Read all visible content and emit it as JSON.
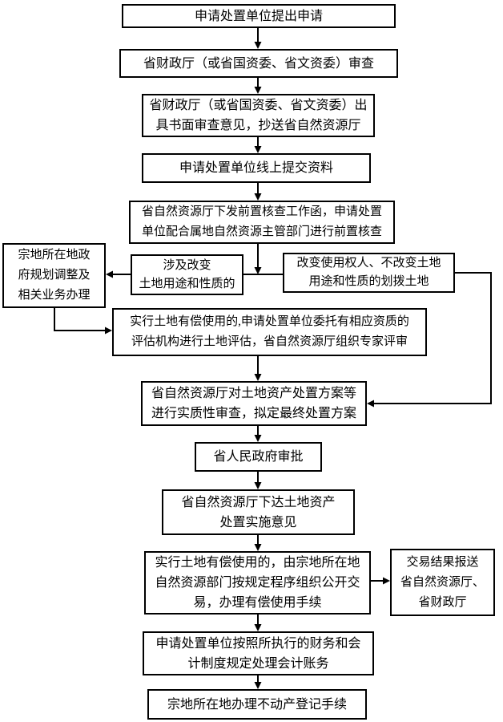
{
  "flowchart": {
    "background_color": "#ffffff",
    "line_color": "#000000",
    "box_fill_color": "#ffffff",
    "nodes": {
      "apply": {
        "text": "申请处置单位提出申请"
      },
      "finance_review": {
        "text": "省财政厅（或省国资委、省文资委）审查"
      },
      "written_opinion": {
        "text": "省财政厅（或省国资委、省文资委）出\n具书面审查意见，抄送省自然资源厅"
      },
      "online_submit": {
        "text": "申请处置单位线上提交资料"
      },
      "precheck": {
        "text": "省自然资源厅下发前置核查工作函，申请处置\n单位配合属地自然资源主管部门进行前置核查"
      },
      "branch_change": {
        "text": "涉及改变\n土地用途和性质的"
      },
      "branch_nochange": {
        "text": "改变使用权人、不改变土地\n用途和性质的划拨土地"
      },
      "gov_planning": {
        "text": "宗地所在地政\n府规划调整及\n相关业务办理"
      },
      "evaluation": {
        "text": "实行土地有偿使用的,申请处置单位委托有相应资质的\n评估机构进行土地评估，省自然资源厅组织专家评审"
      },
      "plan_review": {
        "text": "省自然资源厅对土地资产处置方案等\n进行实质性审查，拟定最终处置方案"
      },
      "gov_approve": {
        "text": "省人民政府审批"
      },
      "implement": {
        "text": "省自然资源厅下达土地资产\n处置实施意见"
      },
      "trade": {
        "text": "实行土地有偿使用的，由宗地所在地\n自然资源部门按规定程序组织公开交\n易，办理有偿使用手续"
      },
      "trade_report": {
        "text": "交易结果报送\n省自然资源厅、\n省财政厅"
      },
      "accounting": {
        "text": "申请处置单位按照所执行的财务和会\n计制度规定处理会计账务"
      },
      "registration": {
        "text": "宗地所在地办理不动产登记手续"
      }
    }
  }
}
